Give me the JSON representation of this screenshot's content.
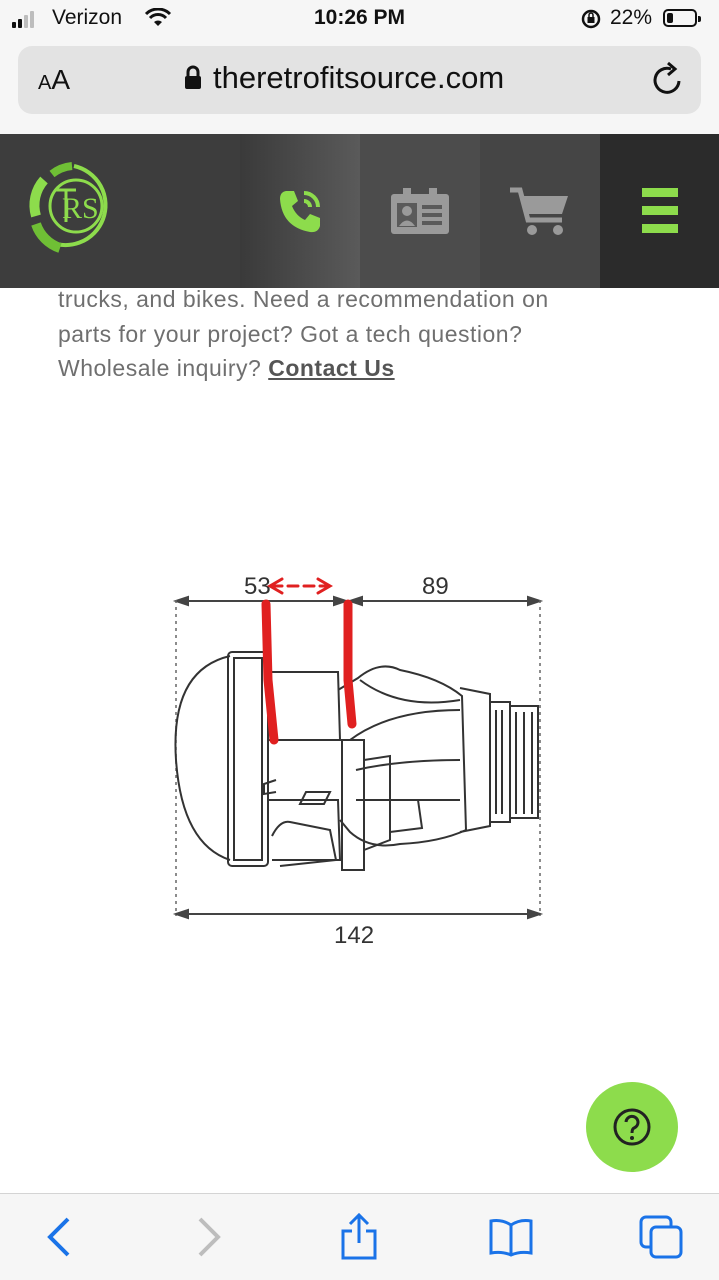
{
  "status_bar": {
    "carrier": "Verizon",
    "time": "10:26 PM",
    "battery_percent": "22%",
    "battery_level": 0.22,
    "signal_bars": 2
  },
  "address_bar": {
    "text_size_label": "AA",
    "url": "theretrofitsource.com",
    "lock_icon": "lock-icon",
    "reload_icon": "reload-icon"
  },
  "site_header": {
    "logo_text": "RS",
    "nav": [
      {
        "name": "phone-icon"
      },
      {
        "name": "contact-card-icon"
      },
      {
        "name": "cart-icon"
      },
      {
        "name": "hamburger-menu-icon"
      }
    ],
    "accent_color": "#8ddc4c"
  },
  "content": {
    "line1": "trucks, and bikes. Need a recommendation on",
    "line2": "parts for your project? Got a tech question?",
    "line3_prefix": "Wholesale inquiry? ",
    "contact_link": "Contact Us"
  },
  "diagram": {
    "dim_top_left": "53",
    "dim_top_right": "89",
    "dim_bottom": "142",
    "annotation_color": "#e02020"
  },
  "help_button": {
    "icon": "question-icon"
  },
  "toolbar": {
    "items": [
      "back-icon",
      "forward-icon",
      "share-icon",
      "bookmarks-icon",
      "tabs-icon"
    ]
  }
}
